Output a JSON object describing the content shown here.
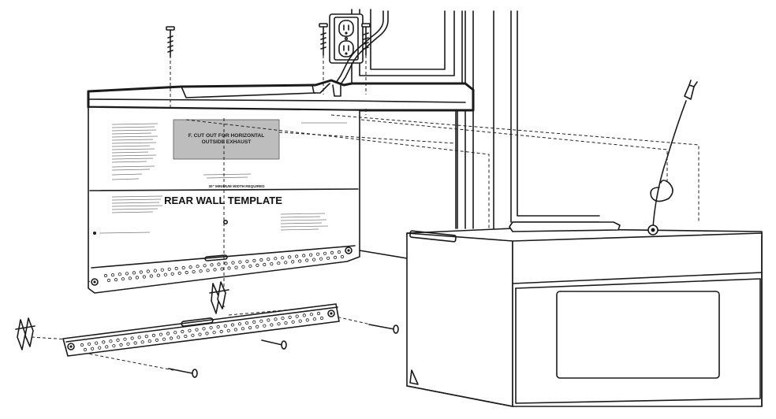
{
  "template": {
    "title": "REAR WALL TEMPLATE",
    "cutout_line1": "F. CUT OUT FOR HORIZONTAL",
    "cutout_line2": "OUTSIDE EXHAUST",
    "min_width": "30\" MINIMUM WIDTH REQUIRED"
  },
  "colors": {
    "ink": "#1a1a1a",
    "cutout_fill": "#bdbdbd",
    "background": "#ffffff"
  },
  "icons": [
    "duplex-outlet-icon",
    "power-plug-icon",
    "wall-anchor-icon",
    "lag-screw-icon"
  ]
}
